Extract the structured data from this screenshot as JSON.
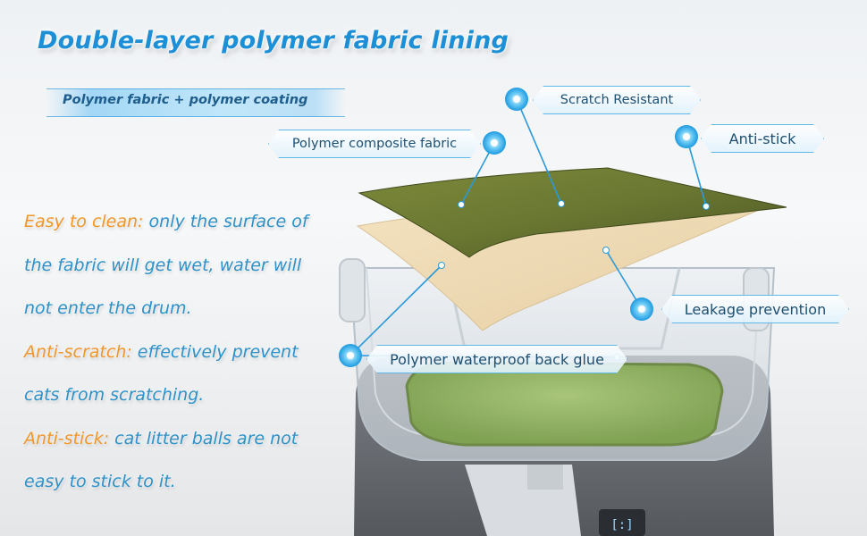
{
  "title": "Double-layer polymer fabric lining",
  "subtitle": "Polymer fabric + polymer coating",
  "features": [
    {
      "highlight": "Easy to clean:",
      "line1": " only the surface of",
      "line2": "the fabric will get wet, water will",
      "line3": "not enter the drum."
    },
    {
      "highlight": "Anti-scratch:",
      "line1": " effectively prevent",
      "line2": "cats from scratching."
    },
    {
      "highlight": "Anti-stick:",
      "line1": " cat litter balls are not",
      "line2": "easy to stick to it."
    }
  ],
  "callouts": {
    "scratch_resistant": "Scratch Resistant",
    "composite_fabric": "Polymer composite fabric",
    "anti_stick": "Anti-stick",
    "leakage": "Leakage prevention",
    "back_glue": "Polymer waterproof back glue"
  },
  "colors": {
    "title": "#1d8fd6",
    "body_text": "#2e91c8",
    "highlight": "#f0962a",
    "accent": "#5fb8e6"
  },
  "icons": {
    "hub": "sparkle-hub-icon",
    "display": "digital-display-icon"
  }
}
